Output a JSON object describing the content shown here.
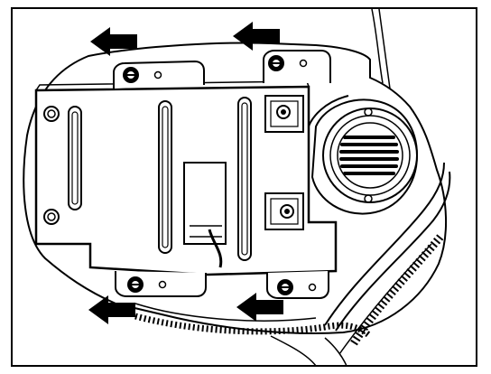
{
  "diagram": {
    "kind": "technical line drawing",
    "colors": {
      "ink": "#000000",
      "paper": "#ffffff"
    },
    "arrows": [
      {
        "direction": "left"
      },
      {
        "direction": "left"
      },
      {
        "direction": "left"
      },
      {
        "direction": "left"
      }
    ],
    "fasteners": [
      {
        "kind": "screw"
      },
      {
        "kind": "screw"
      },
      {
        "kind": "screw"
      },
      {
        "kind": "screw"
      }
    ]
  }
}
